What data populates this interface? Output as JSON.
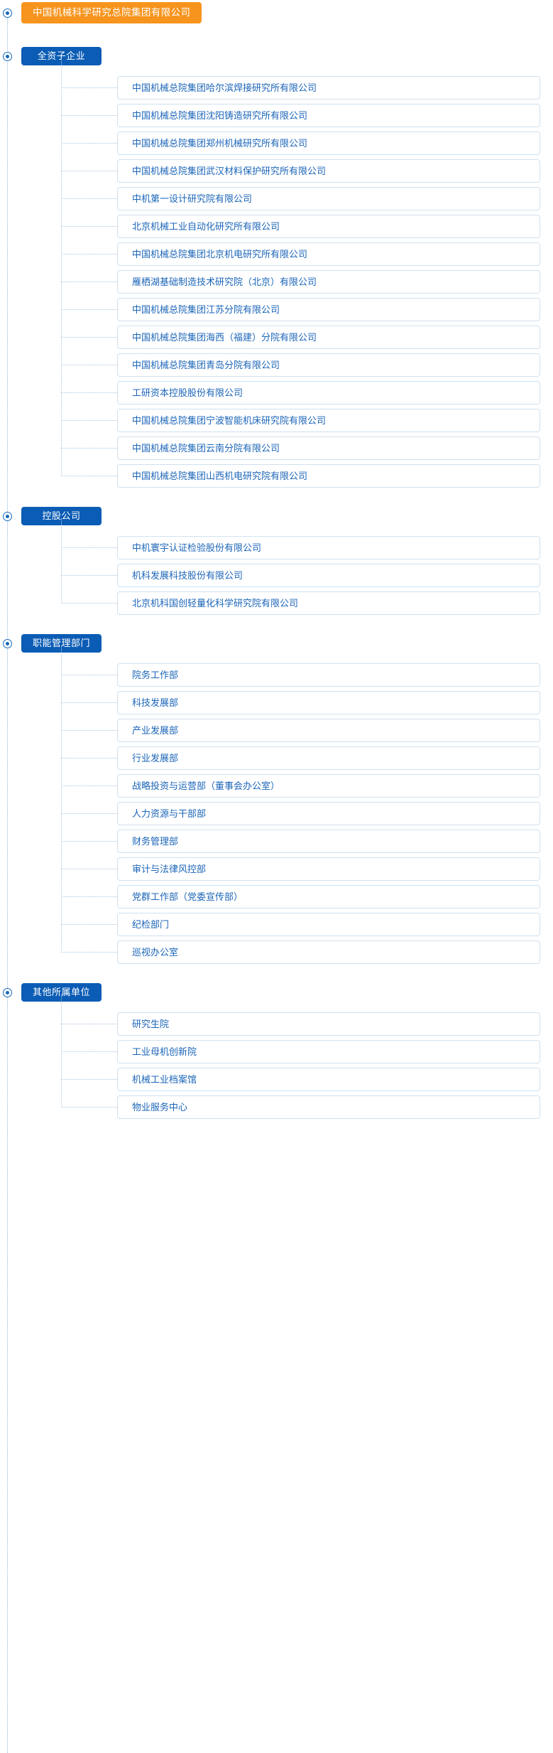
{
  "root": {
    "label": "中国机械科学研究总院集团有限公司",
    "color": "#F7941D"
  },
  "theme": {
    "section_color": "#0B5CB5",
    "item_text_color": "#1B65B8",
    "item_border_color": "#CFE1F0",
    "connector_color": "#A9C8E2"
  },
  "sections": [
    {
      "label": "全资子企业",
      "items": [
        "中国机械总院集团哈尔滨焊接研究所有限公司",
        "中国机械总院集团沈阳铸造研究所有限公司",
        "中国机械总院集团郑州机械研究所有限公司",
        "中国机械总院集团武汉材料保护研究所有限公司",
        "中机第一设计研究院有限公司",
        "北京机械工业自动化研究所有限公司",
        "中国机械总院集团北京机电研究所有限公司",
        "雁栖湖基础制造技术研究院（北京）有限公司",
        "中国机械总院集团江苏分院有限公司",
        "中国机械总院集团海西（福建）分院有限公司",
        "中国机械总院集团青岛分院有限公司",
        "工研资本控股股份有限公司",
        "中国机械总院集团宁波智能机床研究院有限公司",
        "中国机械总院集团云南分院有限公司",
        "中国机械总院集团山西机电研究院有限公司"
      ]
    },
    {
      "label": "控股公司",
      "items": [
        "中机寰宇认证检验股份有限公司",
        "机科发展科技股份有限公司",
        "北京机科国创轻量化科学研究院有限公司"
      ]
    },
    {
      "label": "职能管理部门",
      "items": [
        "院务工作部",
        "科技发展部",
        "产业发展部",
        "行业发展部",
        "战略投资与运营部（董事会办公室）",
        "人力资源与干部部",
        "财务管理部",
        "审计与法律风控部",
        "党群工作部（党委宣传部）",
        "纪检部门",
        "巡视办公室"
      ]
    },
    {
      "label": "其他所属单位",
      "items": [
        "研究生院",
        "工业母机创新院",
        "机械工业档案馆",
        "物业服务中心"
      ]
    }
  ]
}
